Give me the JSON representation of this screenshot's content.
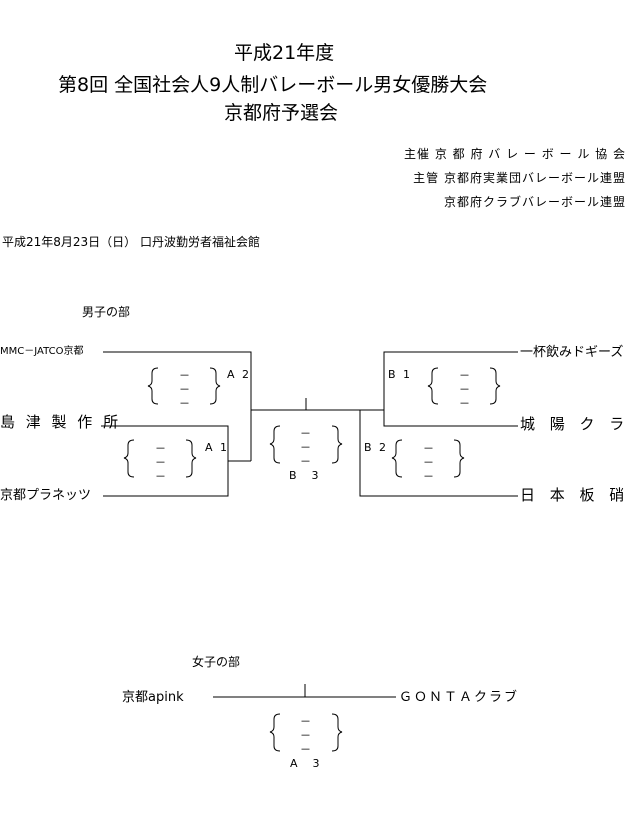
{
  "header": {
    "title_line1": "平成21年度",
    "title_line2": "第8回 全国社会人9人制バレーボール男女優勝大会",
    "title_line3": "京都府予選会"
  },
  "organizers": {
    "host": "主催 京 都 府 バ レ ー ボ ー ル 協 会",
    "manager": "主管 京都府実業団バレーボール連盟",
    "co_manager": "京都府クラブバレーボール連盟"
  },
  "event_info": "平成21年8月23日（日） 口丹波勤労者福祉会館",
  "men": {
    "section_label": "男子の部",
    "teams": {
      "left1": "MMC－JATCO京都",
      "left2": "島 津 製 作 所",
      "left3": "京都プラネッツ",
      "right1": "一杯飲みドギーズ",
      "right2": "城 陽 ク ラ ブ",
      "right3": "日 本 板 硝 子"
    },
    "matches": {
      "A2": "A 2",
      "A1": "A 1",
      "B3": "B　3",
      "B1": "B 1",
      "B2": "B 2"
    },
    "score_placeholder": "－"
  },
  "women": {
    "section_label": "女子の部",
    "teams": {
      "left": "京都apink",
      "right": "ＧＯＮＴＡクラブ"
    },
    "match": "A　3",
    "score_placeholder": "－"
  }
}
